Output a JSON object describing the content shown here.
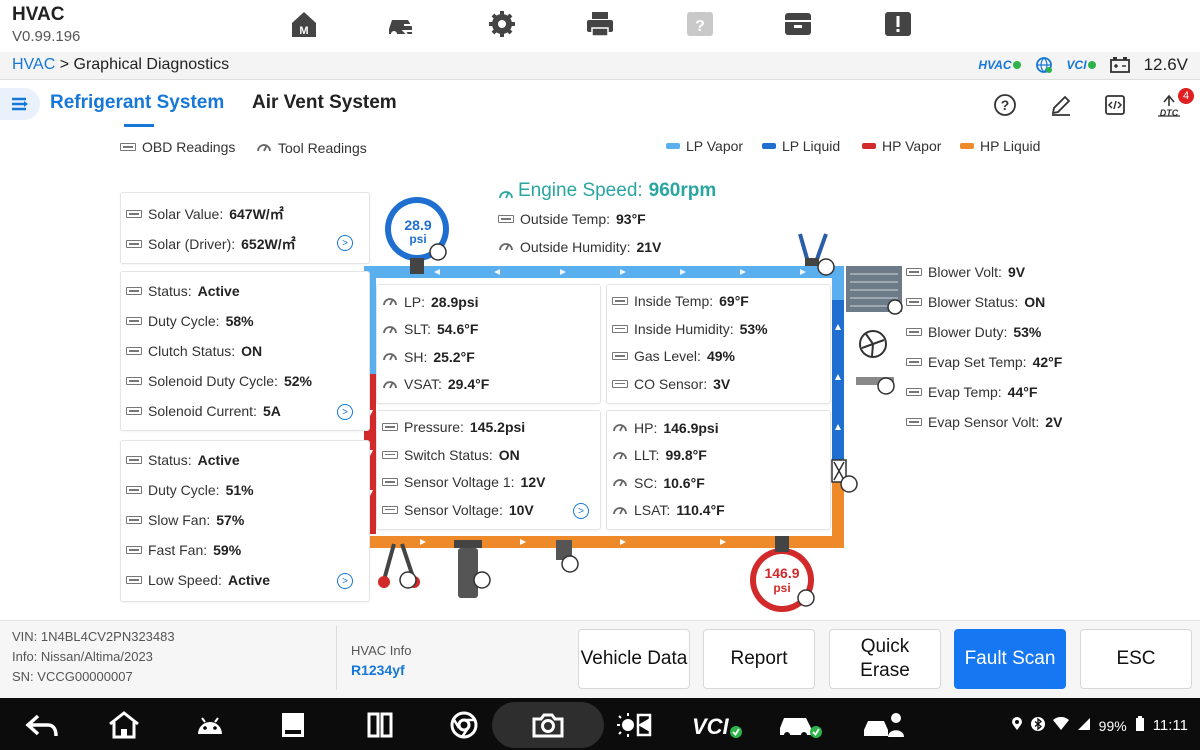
{
  "app": {
    "title": "HVAC",
    "version": "V0.99.196"
  },
  "breadcrumb": {
    "root": "HVAC",
    "separator": " > ",
    "current": "Graphical Diagnostics"
  },
  "status": {
    "hvac_badge": "HVAC",
    "vci_badge": "VCI",
    "voltage": "12.6V"
  },
  "tabs": {
    "active": "Refrigerant System",
    "other": "Air Vent System"
  },
  "dtc": {
    "label": "DTC",
    "count": "4"
  },
  "reading_types": {
    "obd": "OBD Readings",
    "tool": "Tool Readings"
  },
  "legend": [
    {
      "label": "LP Vapor",
      "color": "#5ab0ee"
    },
    {
      "label": "LP Liquid",
      "color": "#1f6fd1"
    },
    {
      "label": "HP Vapor",
      "color": "#d22a2a"
    },
    {
      "label": "HP Liquid",
      "color": "#ef8a2a"
    }
  ],
  "solar": [
    {
      "label": "Solar Value: ",
      "value": "647W/㎡"
    },
    {
      "label": "Solar (Driver): ",
      "value": "652W/㎡"
    }
  ],
  "compressor": [
    {
      "label": "Status: ",
      "value": "Active"
    },
    {
      "label": "Duty Cycle: ",
      "value": "58%"
    },
    {
      "label": "Clutch Status: ",
      "value": "ON"
    },
    {
      "label": "Solenoid Duty Cycle: ",
      "value": "52%"
    },
    {
      "label": "Solenoid Current: ",
      "value": "5A"
    }
  ],
  "fan": [
    {
      "label": "Status: ",
      "value": "Active"
    },
    {
      "label": "Duty Cycle: ",
      "value": "51%"
    },
    {
      "label": "Slow Fan: ",
      "value": "57%"
    },
    {
      "label": "Fast Fan: ",
      "value": "59%"
    },
    {
      "label": "Low Speed: ",
      "value": "Active"
    }
  ],
  "engine": {
    "speed_label": "Engine Speed: ",
    "speed_value": "960rpm",
    "outside_temp_label": "Outside Temp: ",
    "outside_temp_value": "93°F",
    "outside_humidity_label": "Outside Humidity: ",
    "outside_humidity_value": "21V"
  },
  "low_side": [
    {
      "label": "LP: ",
      "value": "28.9psi"
    },
    {
      "label": "SLT: ",
      "value": "54.6°F"
    },
    {
      "label": "SH: ",
      "value": "25.2°F"
    },
    {
      "label": "VSAT: ",
      "value": "29.4°F"
    }
  ],
  "cabin": [
    {
      "label": "Inside Temp: ",
      "value": "69°F"
    },
    {
      "label": "Inside Humidity: ",
      "value": "53%"
    },
    {
      "label": "Gas Level: ",
      "value": "49%"
    },
    {
      "label": "CO Sensor: ",
      "value": "3V"
    }
  ],
  "pressure_switch": [
    {
      "label": "Pressure: ",
      "value": "145.2psi"
    },
    {
      "label": "Switch Status: ",
      "value": "ON"
    },
    {
      "label": "Sensor Voltage 1: ",
      "value": "12V"
    },
    {
      "label": "Sensor Voltage: ",
      "value": "10V"
    }
  ],
  "high_side": [
    {
      "label": "HP: ",
      "value": "146.9psi"
    },
    {
      "label": "LLT: ",
      "value": "99.8°F"
    },
    {
      "label": "SC: ",
      "value": "10.6°F"
    },
    {
      "label": "LSAT: ",
      "value": "110.4°F"
    }
  ],
  "blower": [
    {
      "label": "Blower Volt: ",
      "value": "9V"
    },
    {
      "label": "Blower Status: ",
      "value": "ON"
    },
    {
      "label": "Blower Duty: ",
      "value": "53%"
    },
    {
      "label": "Evap Set Temp: ",
      "value": "42°F"
    },
    {
      "label": "Evap Temp: ",
      "value": "44°F"
    },
    {
      "label": "Evap Sensor Volt: ",
      "value": "2V"
    }
  ],
  "gauges": {
    "low": {
      "value": "28.9",
      "unit": "psi",
      "color": "#1f6fd1"
    },
    "high": {
      "value": "146.9",
      "unit": "psi",
      "color": "#d22a2a"
    }
  },
  "vehicle": {
    "vin": "VIN: 1N4BL4CV2PN323483",
    "info": "Info: Nissan/Altima/2023",
    "sn": "SN: VCCG00000007"
  },
  "hvac_info": {
    "label": "HVAC Info",
    "value": "R1234yf"
  },
  "actions": {
    "vehicle_data": "Vehicle Data",
    "report": "Report",
    "quick_erase_1": "Quick",
    "quick_erase_2": "Erase",
    "fault_scan": "Fault Scan",
    "esc": "ESC"
  },
  "system": {
    "battery": "99%",
    "time": "11:11",
    "vci_label": "VCI"
  }
}
